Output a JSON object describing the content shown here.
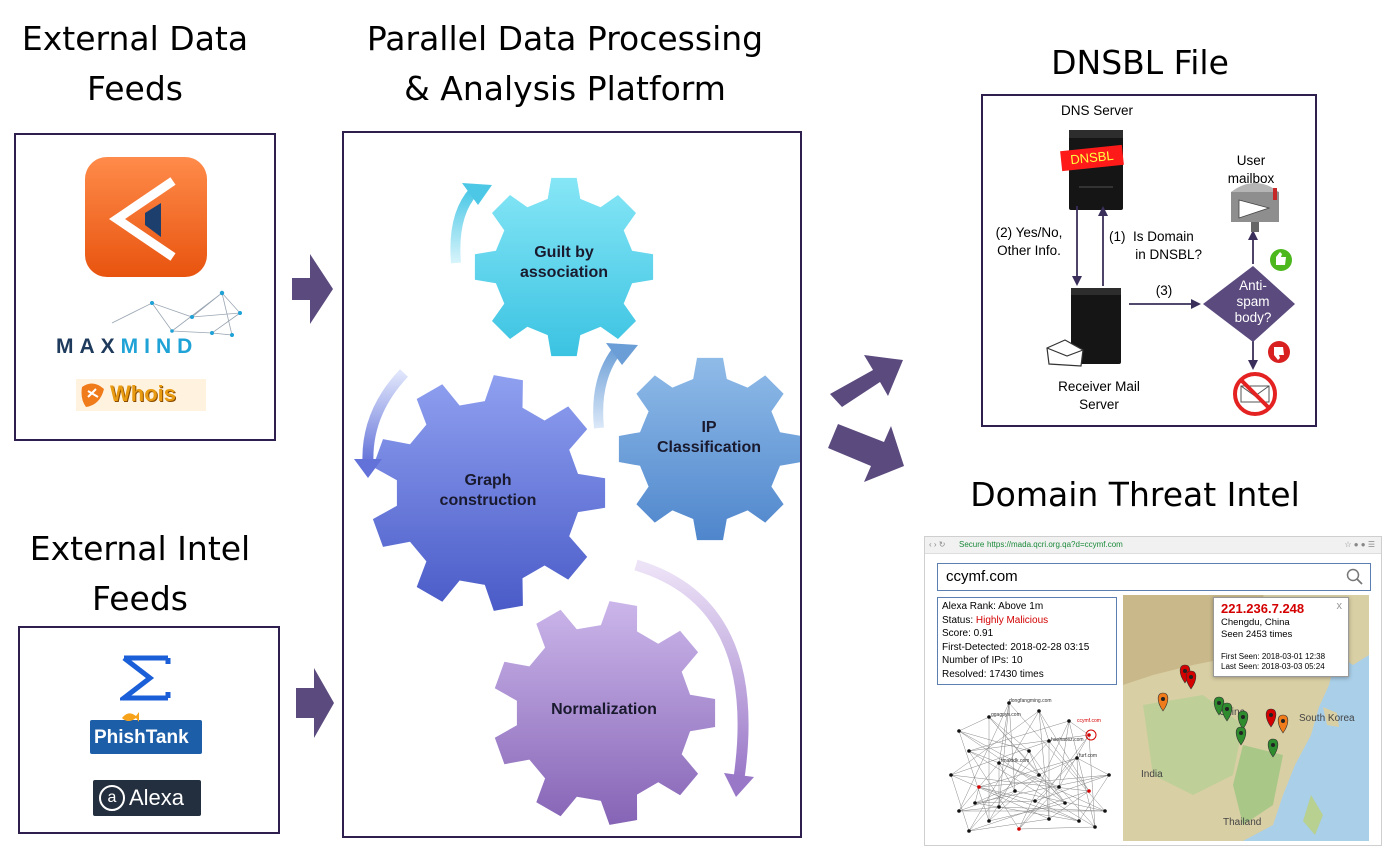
{
  "titles": {
    "external_data": "External Data\nFeeds",
    "platform": "Parallel Data Processing\n& Analysis Platform",
    "dnsbl": "DNSBL File",
    "domain_threat": "Domain Threat Intel",
    "external_intel": "External Intel\nFeeds"
  },
  "logos": {
    "maxmind_max": "MAX",
    "maxmind_mind": "MIND",
    "whois": "Whois",
    "phishtank": "PhishTank",
    "alexa": "Alexa",
    "alexa_symbol": "a"
  },
  "gears": {
    "guilt": "Guilt by\nassociation",
    "ip": "IP\nClassification",
    "graph": "Graph\nconstruction",
    "normalization": "Normalization"
  },
  "dnsbl": {
    "dns_server": "DNS Server",
    "dnsbl_tag": "DNSBL",
    "user_mailbox": "User\nmailbox",
    "step2": "(2) Yes/No,\nOther Info.",
    "step1": "(1)  Is Domain\n       in DNSBL?",
    "step3": "(3)",
    "antispam": "Anti-\nspam\nbody?",
    "receiver": "Receiver Mail\nServer"
  },
  "browser": {
    "url_secure": "Secure",
    "url": "https://mada.qcri.org.qa?d=ccymf.com",
    "search_value": "ccymf.com",
    "info": {
      "alexa_rank": "Alexa Rank: Above 1m",
      "status_label": "Status: ",
      "status_value": "Highly Malicious",
      "score": "Score: 0.91",
      "first_detected": "First-Detected: 2018-02-28 03:15",
      "num_ips": "Number of IPs: 10",
      "resolved": "Resolved: 17430 times"
    },
    "popup": {
      "ip": "221.236.7.248",
      "location": "Chengdu, China",
      "seen": "Seen 2453 times",
      "first_seen": "First Seen: 2018-03-01 12:38",
      "last_seen": "Last Seen: 2018-03-03 05:24",
      "close": "x"
    },
    "map_labels": {
      "china": "China",
      "south_korea": "South Korea",
      "india": "India",
      "thailand": "Thailand"
    },
    "graph_labels": {
      "n1": "dongfangming.com",
      "n2": "ggagpys.com",
      "n3": "ccymf.com",
      "n4": "haohaosz.com",
      "n5": "furf.com",
      "n6": "fmalddk.com"
    }
  },
  "colors": {
    "border": "#2e1f4f",
    "arrow": "#5b4a7e",
    "malicious": "#d40000",
    "dnsbl_tag": "#ff0000",
    "guilt_gear": "#5fd0ea",
    "ip_gear": "#6b9ed6",
    "graph_gear": "#6878d8",
    "norm_gear": "#a585cc"
  }
}
